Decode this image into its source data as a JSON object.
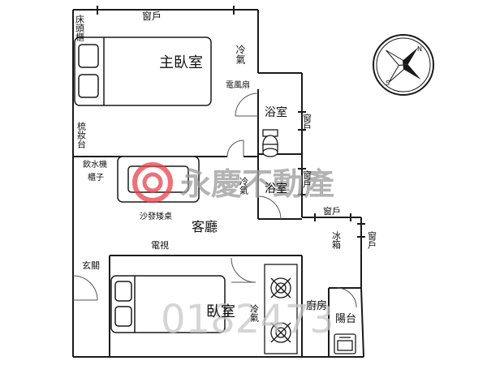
{
  "rooms": {
    "master_bedroom": "主臥室",
    "living_room": "客廳",
    "bedroom": "臥室",
    "bathroom_1": "浴室",
    "bathroom_2": "浴室",
    "kitchen": "廚房",
    "balcony": "陽台",
    "entrance": "玄關"
  },
  "fixtures": {
    "window_top": "窗戶",
    "window_right_1": "窗戶",
    "window_right_2": "窗戶",
    "window_mid": "窗戶",
    "window_far_right": "窗戶",
    "headboard": "床頭櫃",
    "dresser": "梳妝台",
    "ac_master": "冷氣",
    "ac_living": "冷氣",
    "ac_bedroom": "冷氣",
    "electric_fan": "電風扇",
    "water_dispenser": "飲水機",
    "cabinet": "櫃子",
    "sofa_table": "沙發矮桌",
    "tv": "電視",
    "fridge": "冰箱"
  },
  "watermark": {
    "brand": "永慶不動產",
    "code": "0182473"
  },
  "colors": {
    "wall": "#1a1a1a",
    "watermark_logo": "#e8424a",
    "watermark_text": "#b8b8b8"
  },
  "compass": {
    "north_label": "N",
    "south_label": "S",
    "rotation_deg": 40
  }
}
